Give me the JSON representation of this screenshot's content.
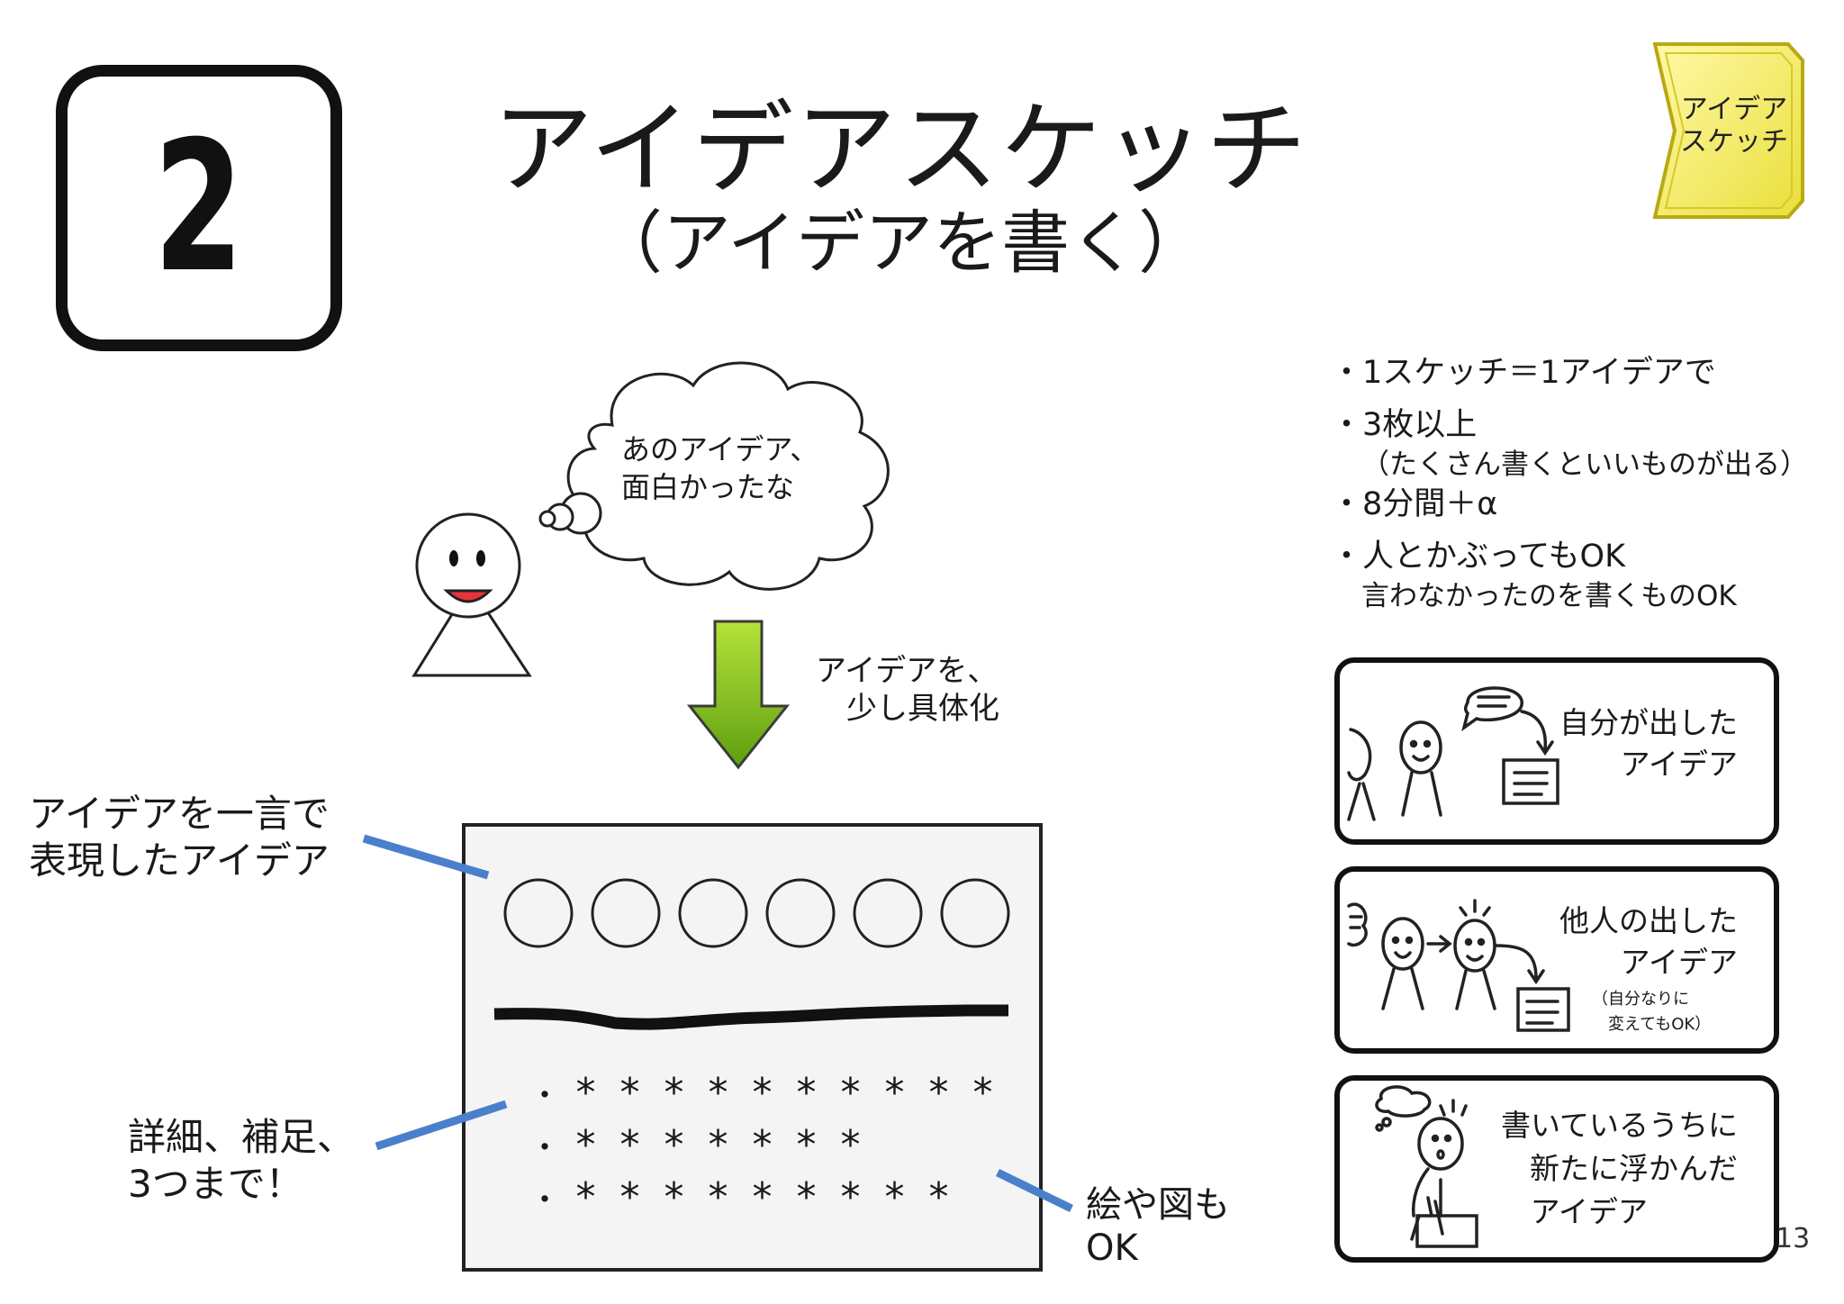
{
  "badge": {
    "number": "2"
  },
  "title": {
    "main": "アイデアスケッチ",
    "sub": "（アイデアを書く）"
  },
  "tag": {
    "line1": "アイデア",
    "line2": "スケッチ"
  },
  "thought": {
    "line1": "あのアイデア、",
    "line2": "面白かったな"
  },
  "arrow_caption": {
    "line1": "アイデアを、",
    "line2": "少し具体化"
  },
  "labels": {
    "headline_1": "アイデアを一言で",
    "headline_2": "表現したアイデア",
    "detail_1": "詳細、補足、",
    "detail_2": "3つまで！",
    "drawing_1": "絵や図も",
    "drawing_2": "OK"
  },
  "rules": [
    {
      "main": "1スケッチ＝1アイデアで"
    },
    {
      "main": "3枚以上",
      "sub": "（たくさん書くといいものが出る）"
    },
    {
      "main": "8分間＋α"
    },
    {
      "main": "人とかぶってもOK",
      "sub": "言わなかったのを書くものOK"
    }
  ],
  "panels": [
    {
      "line1": "自分が出した",
      "line2": "アイデア"
    },
    {
      "line1": "他人の出した",
      "line2": "アイデア",
      "note1": "（自分なりに",
      "note2": "変えてもOK）"
    },
    {
      "line1": "書いているうちに",
      "line2": "新たに浮かんだ",
      "line3": "アイデア"
    }
  ],
  "sheet": {
    "row1": "*",
    "bullet": "・"
  },
  "page_number": "13",
  "colors": {
    "accent_blue": "#4a7fcb",
    "arrow_green": "#7cbd1e",
    "tag_yellow": "#f3ec6a"
  }
}
